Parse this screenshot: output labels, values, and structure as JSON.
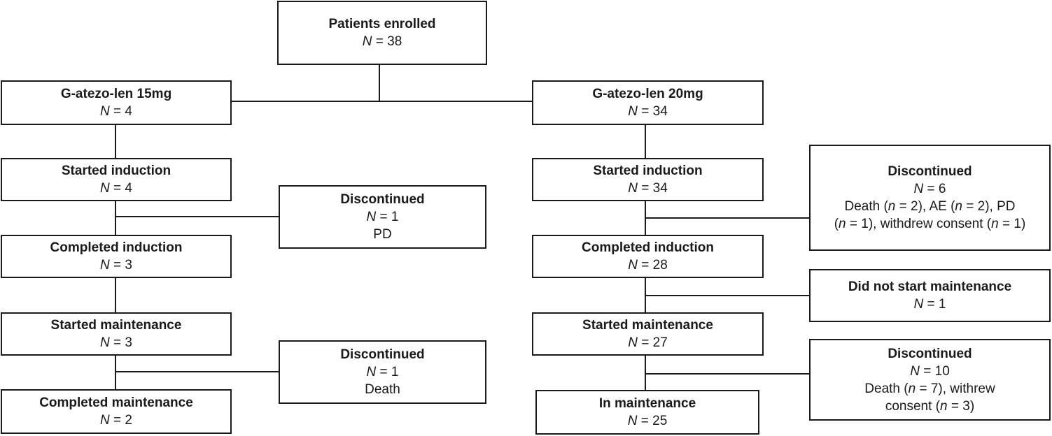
{
  "enrolled": {
    "title": "Patients enrolled",
    "n": "38"
  },
  "arm15": {
    "header": {
      "title": "G-atezo-len 15mg",
      "n": "4"
    },
    "started_induction": {
      "title": "Started induction",
      "n": "4"
    },
    "disc_induction": {
      "title": "Discontinued",
      "n": "1",
      "detail": "PD"
    },
    "completed_induction": {
      "title": "Completed induction",
      "n": "3"
    },
    "started_maintenance": {
      "title": "Started maintenance",
      "n": "3"
    },
    "disc_maintenance": {
      "title": "Discontinued",
      "n": "1",
      "detail": "Death"
    },
    "completed_maintenance": {
      "title": "Completed maintenance",
      "n": "2"
    }
  },
  "arm20": {
    "header": {
      "title": "G-atezo-len 20mg",
      "n": "34"
    },
    "started_induction": {
      "title": "Started induction",
      "n": "34"
    },
    "disc_induction": {
      "title": "Discontinued",
      "n": "6",
      "death_label": "Death",
      "death_n": "2",
      "ae_label": "AE",
      "ae_n": "2",
      "pd_label": "PD",
      "pd_n": "1",
      "withdrew_label": "withdrew consent",
      "withdrew_n": "1"
    },
    "completed_induction": {
      "title": "Completed induction",
      "n": "28"
    },
    "did_not_start": {
      "title": "Did not start maintenance",
      "n": "1"
    },
    "started_maintenance": {
      "title": "Started maintenance",
      "n": "27"
    },
    "disc_maintenance": {
      "title": "Discontinued",
      "n": "10",
      "death_label": "Death",
      "death_n": "7",
      "withrew_label": "withrew",
      "consent_label": "consent",
      "consent_n": "3"
    },
    "in_maintenance": {
      "title": "In maintenance",
      "n": "25"
    }
  }
}
